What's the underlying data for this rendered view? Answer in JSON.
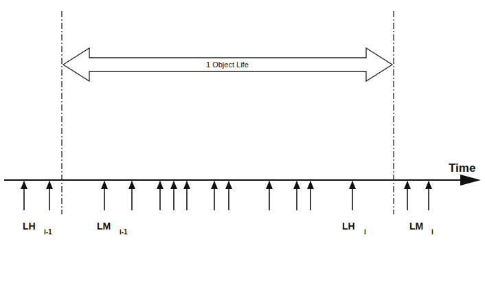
{
  "diagram": {
    "labels": [
      "1 Object Life",
      "Time",
      "LH",
      "i-1",
      "LM",
      "i-1",
      "LH",
      "i",
      "LM",
      "i"
    ]
  }
}
